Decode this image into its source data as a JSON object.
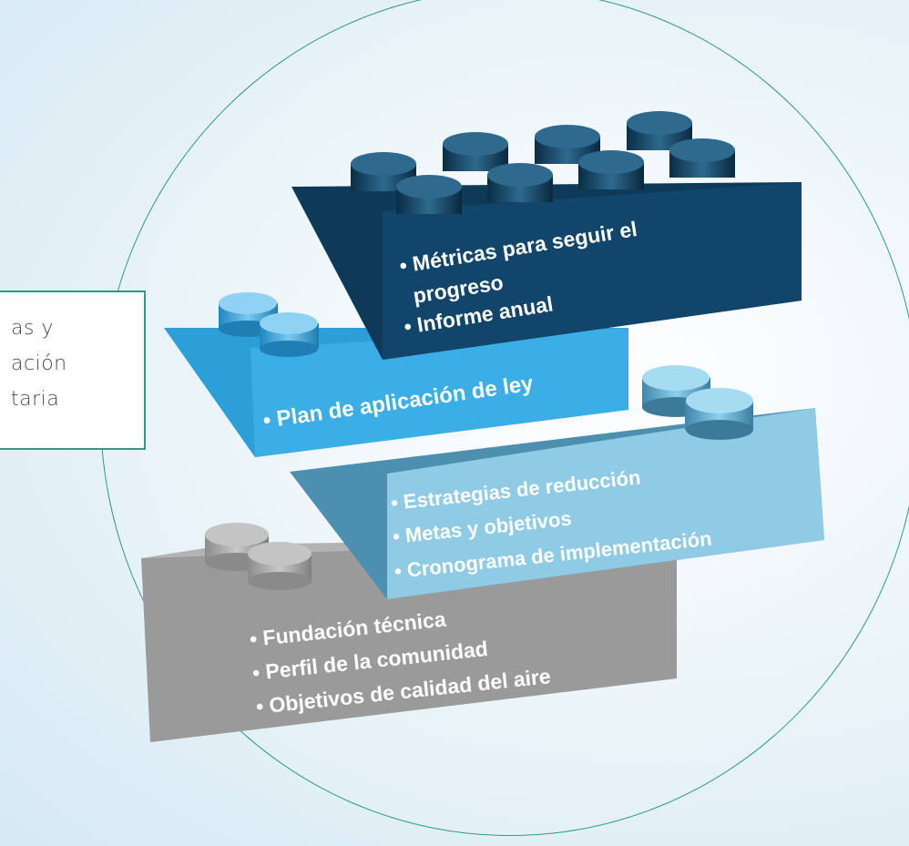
{
  "callout": {
    "lines": [
      "as y",
      "ación",
      "taria"
    ]
  },
  "blocks": {
    "top": {
      "color": "#0e3a57",
      "lines": [
        "• Métricas para seguir el",
        "progreso",
        "• Informe anual"
      ]
    },
    "upper": {
      "color": "#2c9fd9",
      "lines": [
        "• Plan de aplicación de ley"
      ]
    },
    "middle": {
      "color": "#4d8fae",
      "lines": [
        "• Estrategias de reducción",
        "• Metas y objetivos",
        "• Cronograma de implementación"
      ]
    },
    "bottom": {
      "color": "#9a9a9a",
      "lines": [
        "• Fundación técnica",
        "• Perfil de la comunidad",
        "• Objetivos de calidad del aire"
      ]
    }
  },
  "colors": {
    "circle_border": "#2f9b85",
    "callout_border": "#2f9b85"
  }
}
